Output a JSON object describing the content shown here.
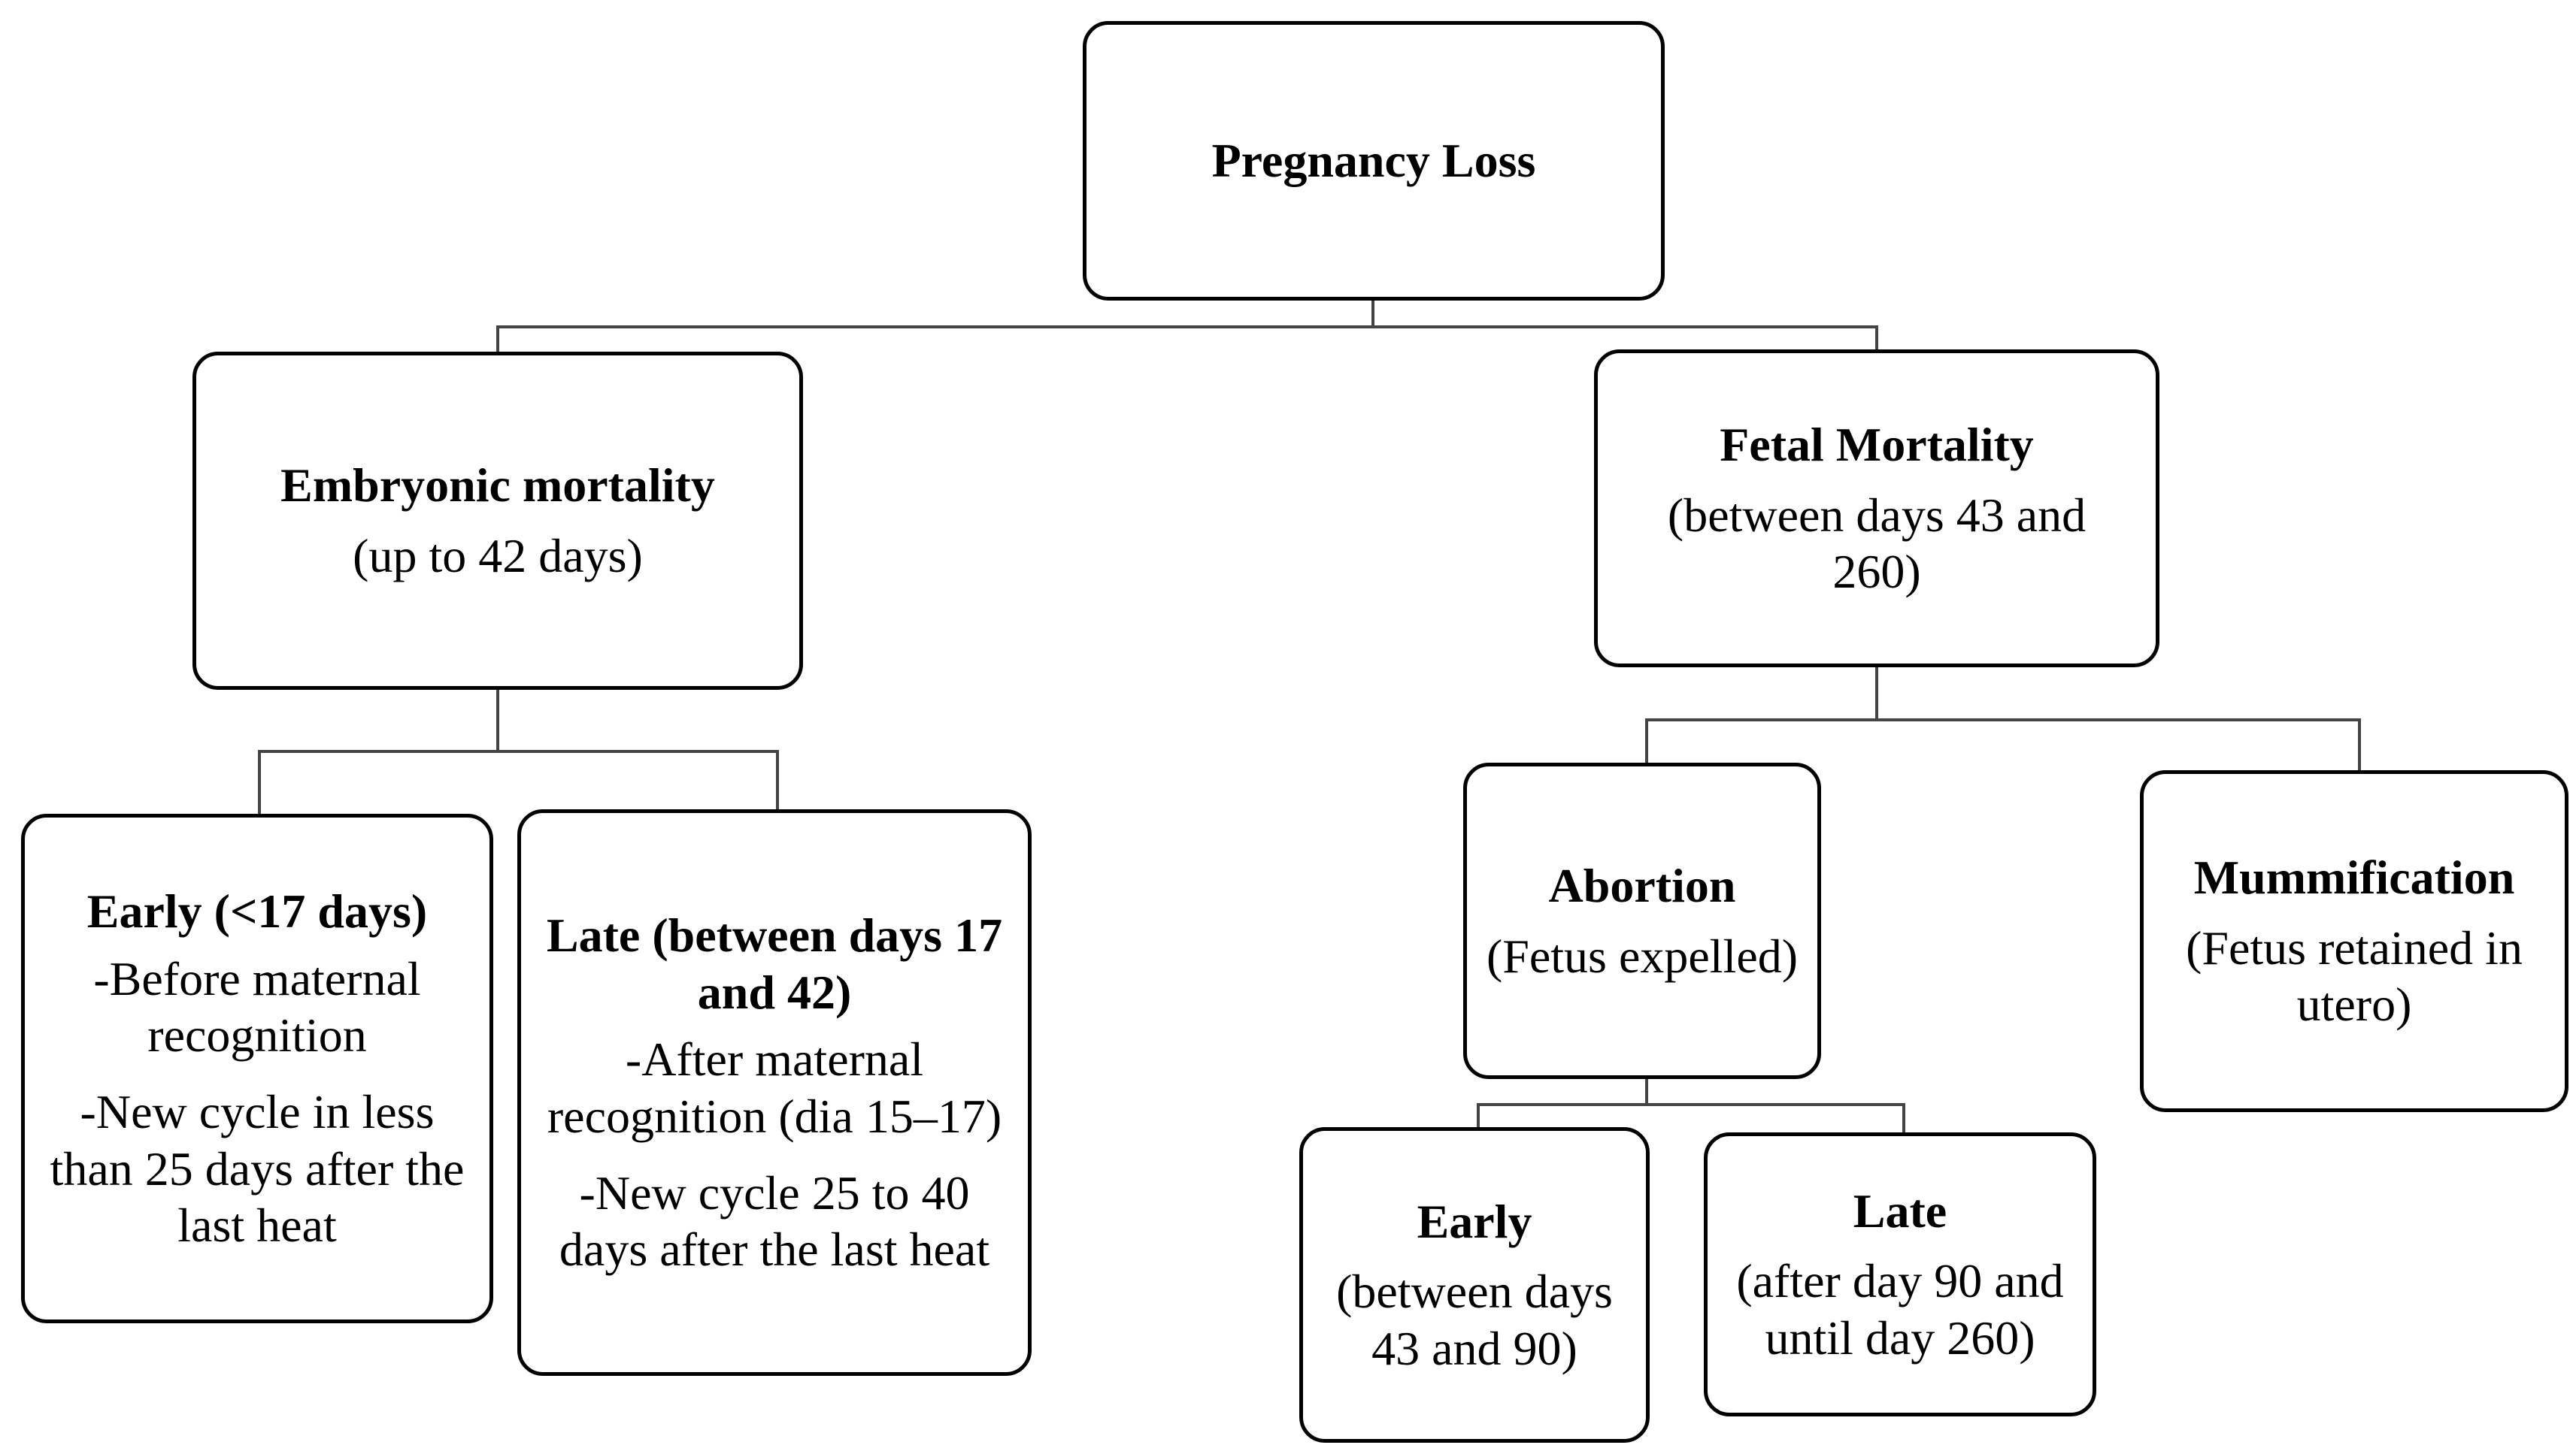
{
  "nodes": {
    "root": {
      "title": "Pregnancy Loss"
    },
    "embryonic": {
      "title": "Embryonic mortality",
      "subtitle": "(up to 42 days)"
    },
    "fetal": {
      "title": "Fetal Mortality",
      "subtitle": "(between days 43 and 260)"
    },
    "early_embryonic": {
      "title": "Early (<17 days)",
      "point1": "-Before maternal recognition",
      "point2": "-New cycle in less than 25 days after the last heat"
    },
    "late_embryonic": {
      "title": "Late (between days 17 and 42)",
      "point1": "-After maternal recognition (dia 15–17)",
      "point2": "-New cycle 25 to 40 days after the last heat"
    },
    "abortion": {
      "title": "Abortion",
      "subtitle": "(Fetus expelled)"
    },
    "mummification": {
      "title": "Mummification",
      "subtitle": "(Fetus retained in utero)"
    },
    "early_abortion": {
      "title": "Early",
      "subtitle": "(between days 43 and 90)"
    },
    "late_abortion": {
      "title": "Late",
      "subtitle": "(after day 90 and until day 260)"
    }
  },
  "colors": {
    "stroke": "#000000",
    "background": "#ffffff"
  }
}
